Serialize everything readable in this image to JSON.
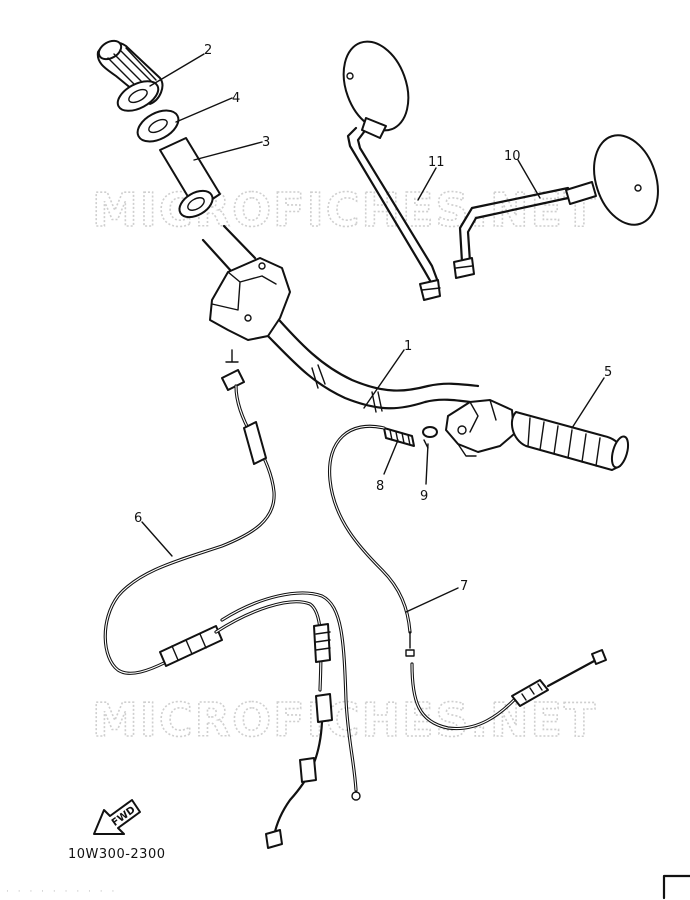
{
  "watermarks": [
    "MICROFICHES.NET",
    "MICROFICHES.NET"
  ],
  "part_numbers": [
    "1",
    "2",
    "3",
    "4",
    "5",
    "6",
    "7",
    "8",
    "9",
    "10",
    "11"
  ],
  "diagram_code": "10W300-2300",
  "fwd_label": "FWD",
  "footer_faint": "· · · · · · ·  · · ·"
}
